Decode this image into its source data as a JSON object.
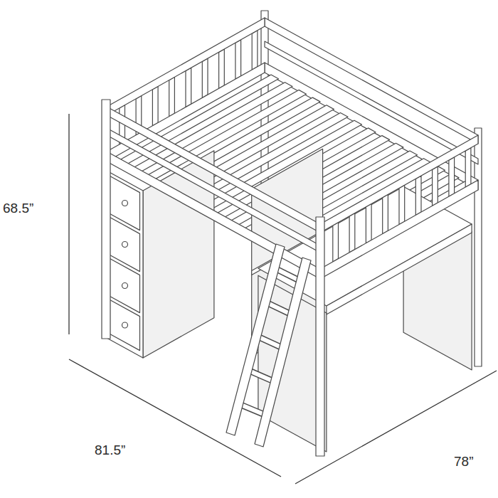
{
  "diagram": {
    "labels": [
      "68.5”",
      "81.5”",
      "78”"
    ]
  }
}
